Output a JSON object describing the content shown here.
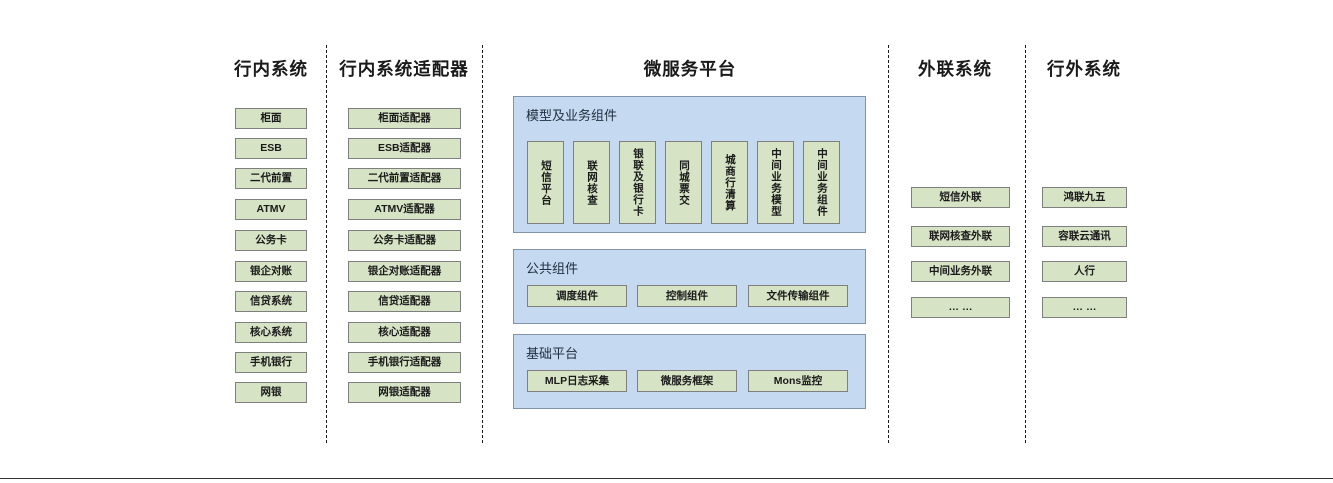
{
  "diagram": {
    "title_bank_internal": "行内系统",
    "title_bank_adapter": "行内系统适配器",
    "title_microservice": "微服务平台",
    "title_external_link": "外联系统",
    "title_outside_bank": "行外系统",
    "colors": {
      "node_fill": "#d6e3c4",
      "node_border": "#7f7f7f",
      "panel_fill": "#c5d9f1",
      "panel_border": "#8093a8",
      "text": "#1a1a1a",
      "divider": "#1a1a1a"
    }
  },
  "columns": {
    "bank_internal": {
      "title": "行内系统",
      "items": [
        "柜面",
        "ESB",
        "二代前置",
        "ATMV",
        "公务卡",
        "银企对账",
        "信贷系统",
        "核心系统",
        "手机银行",
        "网银"
      ]
    },
    "bank_adapter": {
      "title": "行内系统适配器",
      "items": [
        "柜面适配器",
        "ESB适配器",
        "二代前置适配器",
        "ATMV适配器",
        "公务卡适配器",
        "银企对账适配器",
        "信贷适配器",
        "核心适配器",
        "手机银行适配器",
        "网银适配器"
      ]
    },
    "external_link": {
      "title": "外联系统",
      "items": [
        "短信外联",
        "联网核查外联",
        "中间业务外联",
        "… …"
      ]
    },
    "outside_bank": {
      "title": "行外系统",
      "items": [
        "鸿联九五",
        "容联云通讯",
        "人行",
        "… …"
      ]
    }
  },
  "microservice": {
    "title": "微服务平台",
    "panels": [
      {
        "label": "模型及业务组件",
        "orientation": "vertical",
        "items": [
          "短信平台",
          "联网核查",
          "银联及银行卡",
          "同城票交",
          "城商行清算",
          "中间业务模型",
          "中间业务组件"
        ]
      },
      {
        "label": "公共组件",
        "orientation": "horizontal",
        "items": [
          "调度组件",
          "控制组件",
          "文件传输组件"
        ]
      },
      {
        "label": "基础平台",
        "orientation": "horizontal",
        "items": [
          "MLP日志采集",
          "微服务框架",
          "Mons监控"
        ]
      }
    ]
  }
}
